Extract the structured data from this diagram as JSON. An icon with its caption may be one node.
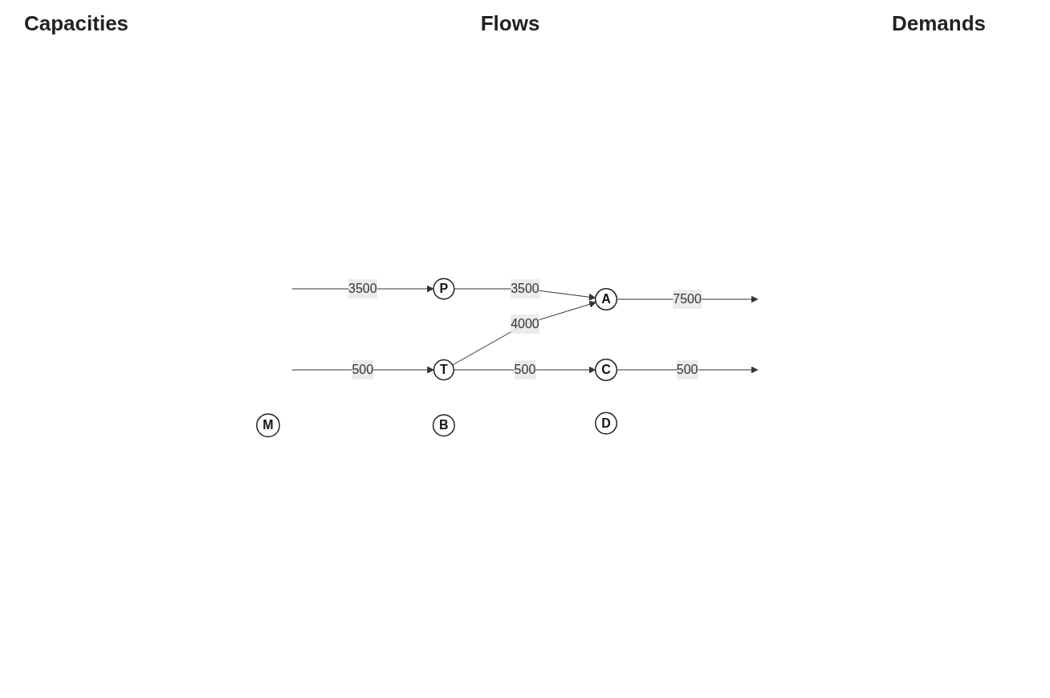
{
  "diagram": {
    "nodes": [
      {
        "text": [
          "M"
        ]
      },
      {
        "text": [
          "P"
        ]
      },
      {
        "text": [
          "T"
        ]
      },
      {
        "text": [
          "A"
        ]
      },
      {
        "text": [
          "B"
        ]
      },
      {
        "text": [
          "C"
        ]
      },
      {
        "text": [
          "D"
        ]
      }
    ],
    "edges": [
      {
        "from": null,
        "to": 1,
        "arrow": "to",
        "label": "3500"
      },
      {
        "from": null,
        "to": 2,
        "arrow": "to",
        "label": "500"
      },
      {
        "from": 1,
        "to": 3,
        "arrow": "to",
        "label": "3500"
      },
      {
        "from": 2,
        "to": 3,
        "arrow": "to",
        "label": "4000"
      },
      {
        "from": 2,
        "to": 5,
        "arrow": "to",
        "label": "500"
      },
      {
        "from": 3,
        "to": null,
        "arrow": "to",
        "label": "7500"
      },
      {
        "from": 5,
        "to": null,
        "arrow": "to",
        "label": "500"
      }
    ],
    "labels": [
      "Capacities",
      "Flows",
      "Demands"
    ]
  }
}
